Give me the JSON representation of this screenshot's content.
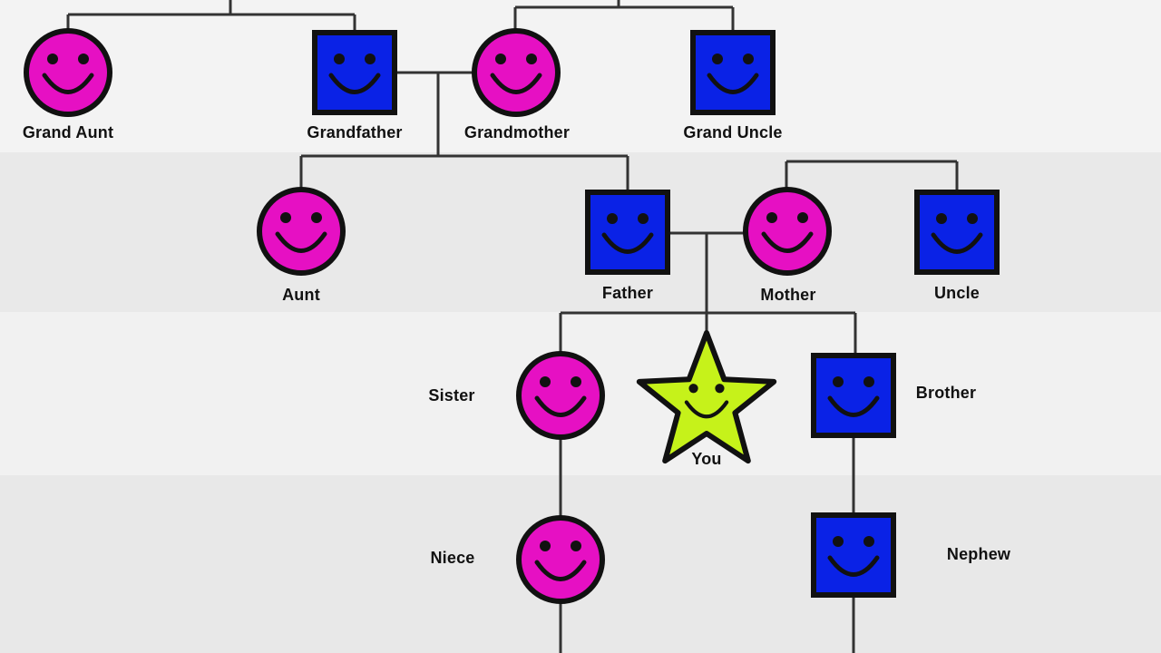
{
  "colors": {
    "female": "#e610c3",
    "male": "#0a22e6",
    "self": "#c6f21a",
    "outline": "#111111",
    "line": "#333333"
  },
  "people": [
    {
      "id": "grand-aunt",
      "label": "Grand Aunt",
      "shape": "circle",
      "icon": "smiley-circle-icon"
    },
    {
      "id": "grandfather",
      "label": "Grandfather",
      "shape": "square",
      "icon": "smiley-square-icon"
    },
    {
      "id": "grandmother",
      "label": "Grandmother",
      "shape": "circle",
      "icon": "smiley-circle-icon"
    },
    {
      "id": "grand-uncle",
      "label": "Grand Uncle",
      "shape": "square",
      "icon": "smiley-square-icon"
    },
    {
      "id": "aunt",
      "label": "Aunt",
      "shape": "circle",
      "icon": "smiley-circle-icon"
    },
    {
      "id": "father",
      "label": "Father",
      "shape": "square",
      "icon": "smiley-square-icon"
    },
    {
      "id": "mother",
      "label": "Mother",
      "shape": "circle",
      "icon": "smiley-circle-icon"
    },
    {
      "id": "uncle",
      "label": "Uncle",
      "shape": "square",
      "icon": "smiley-square-icon"
    },
    {
      "id": "sister",
      "label": "Sister",
      "shape": "circle",
      "icon": "smiley-circle-icon"
    },
    {
      "id": "you",
      "label": "You",
      "shape": "star",
      "icon": "smiley-star-icon"
    },
    {
      "id": "brother",
      "label": "Brother",
      "shape": "square",
      "icon": "smiley-square-icon"
    },
    {
      "id": "niece",
      "label": "Niece",
      "shape": "circle",
      "icon": "smiley-circle-icon"
    },
    {
      "id": "nephew",
      "label": "Nephew",
      "shape": "square",
      "icon": "smiley-square-icon"
    }
  ]
}
